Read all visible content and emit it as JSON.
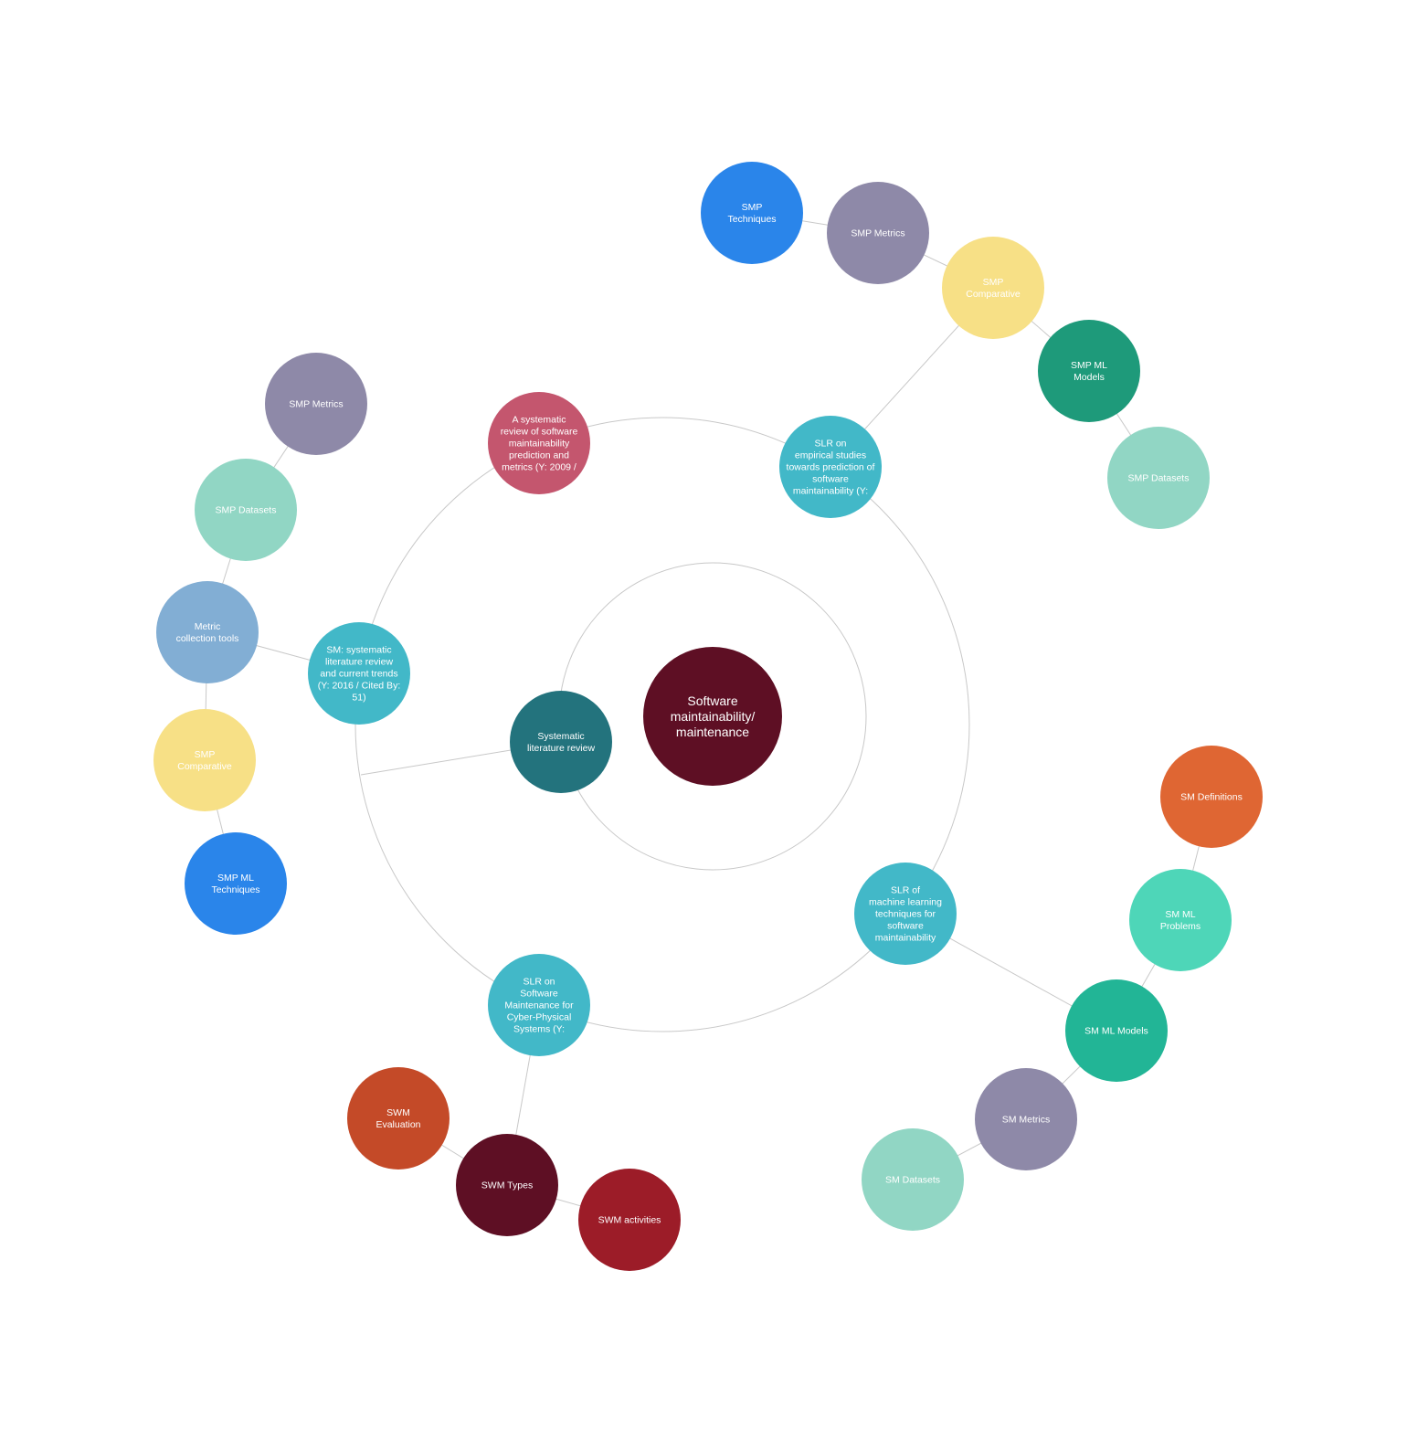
{
  "central": {
    "label": "Software maintainability/ maintenance",
    "lines": [
      "Software",
      "maintainability/",
      "maintenance"
    ],
    "color": "#5e0f24"
  },
  "hub": {
    "label": "Systematic literature review",
    "lines": [
      "Systematic",
      "literature review"
    ],
    "color": "#23737d"
  },
  "papers": [
    {
      "id": "p1",
      "label": "A systematic review of software maintainability prediction and metrics (Y: 2009 /",
      "lines": [
        "A systematic",
        "review of software",
        "maintainability",
        "prediction and",
        "metrics (Y: 2009 /"
      ],
      "color": "#c4566e",
      "children": []
    },
    {
      "id": "p2",
      "label": "SLR on empirical studies towards prediction of software maintainability (Y:",
      "lines": [
        "SLR on",
        "empirical studies",
        "towards prediction of",
        "software",
        "maintainability (Y:"
      ],
      "color": "#42b8c8",
      "children": [
        {
          "id": "p2c1",
          "lines": [
            "SMP",
            "Comparative"
          ],
          "color": "#f7e086"
        },
        {
          "id": "p2c2",
          "lines": [
            "SMP Metrics"
          ],
          "color": "#8e89a8"
        },
        {
          "id": "p2c3",
          "lines": [
            "SMP",
            "Techniques"
          ],
          "color": "#2a85ea"
        },
        {
          "id": "p2c4",
          "lines": [
            "SMP ML",
            "Models"
          ],
          "color": "#1e9a7a"
        },
        {
          "id": "p2c5",
          "lines": [
            "SMP Datasets"
          ],
          "color": "#91d6c4"
        }
      ]
    },
    {
      "id": "p3",
      "label": "SM: systematic literature review and current trends (Y: 2016 / Cited By: 51)",
      "lines": [
        "SM: systematic",
        "literature review",
        "and current trends",
        "(Y: 2016 / Cited By:",
        "51)"
      ],
      "color": "#42b8c8",
      "children": [
        {
          "id": "p3c1",
          "lines": [
            "Metric",
            "collection tools"
          ],
          "color": "#82aed4"
        },
        {
          "id": "p3c2",
          "lines": [
            "SMP Datasets"
          ],
          "color": "#91d6c4"
        },
        {
          "id": "p3c3",
          "lines": [
            "SMP Metrics"
          ],
          "color": "#8e89a8"
        },
        {
          "id": "p3c4",
          "lines": [
            "SMP",
            "Comparative"
          ],
          "color": "#f7e086"
        },
        {
          "id": "p3c5",
          "lines": [
            "SMP ML",
            "Techniques"
          ],
          "color": "#2a85ea"
        }
      ]
    },
    {
      "id": "p4",
      "label": "SLR on Software Maintenance for Cyber-Physical Systems (Y:",
      "lines": [
        "SLR on",
        "Software",
        "Maintenance for",
        "Cyber-Physical",
        "Systems (Y:"
      ],
      "color": "#42b8c8",
      "children": [
        {
          "id": "p4c1",
          "lines": [
            "SWM Types"
          ],
          "color": "#5e0f24"
        },
        {
          "id": "p4c2",
          "lines": [
            "SWM",
            "Evaluation"
          ],
          "color": "#c44a28"
        },
        {
          "id": "p4c3",
          "lines": [
            "SWM activities"
          ],
          "color": "#9c1c28"
        }
      ]
    },
    {
      "id": "p5",
      "label": "SLR of machine learning techniques for software maintainability",
      "lines": [
        "SLR of",
        "machine learning",
        "techniques for",
        "software",
        "maintainability"
      ],
      "color": "#42b8c8",
      "children": [
        {
          "id": "p5c1",
          "lines": [
            "SM ML Models"
          ],
          "color": "#22b596"
        },
        {
          "id": "p5c2",
          "lines": [
            "SM ML",
            "Problems"
          ],
          "color": "#4ed6b8"
        },
        {
          "id": "p5c3",
          "lines": [
            "SM Definitions"
          ],
          "color": "#df6633"
        },
        {
          "id": "p5c4",
          "lines": [
            "SM Metrics"
          ],
          "color": "#8e89a8"
        },
        {
          "id": "p5c5",
          "lines": [
            "SM Datasets"
          ],
          "color": "#91d6c4"
        }
      ]
    }
  ]
}
